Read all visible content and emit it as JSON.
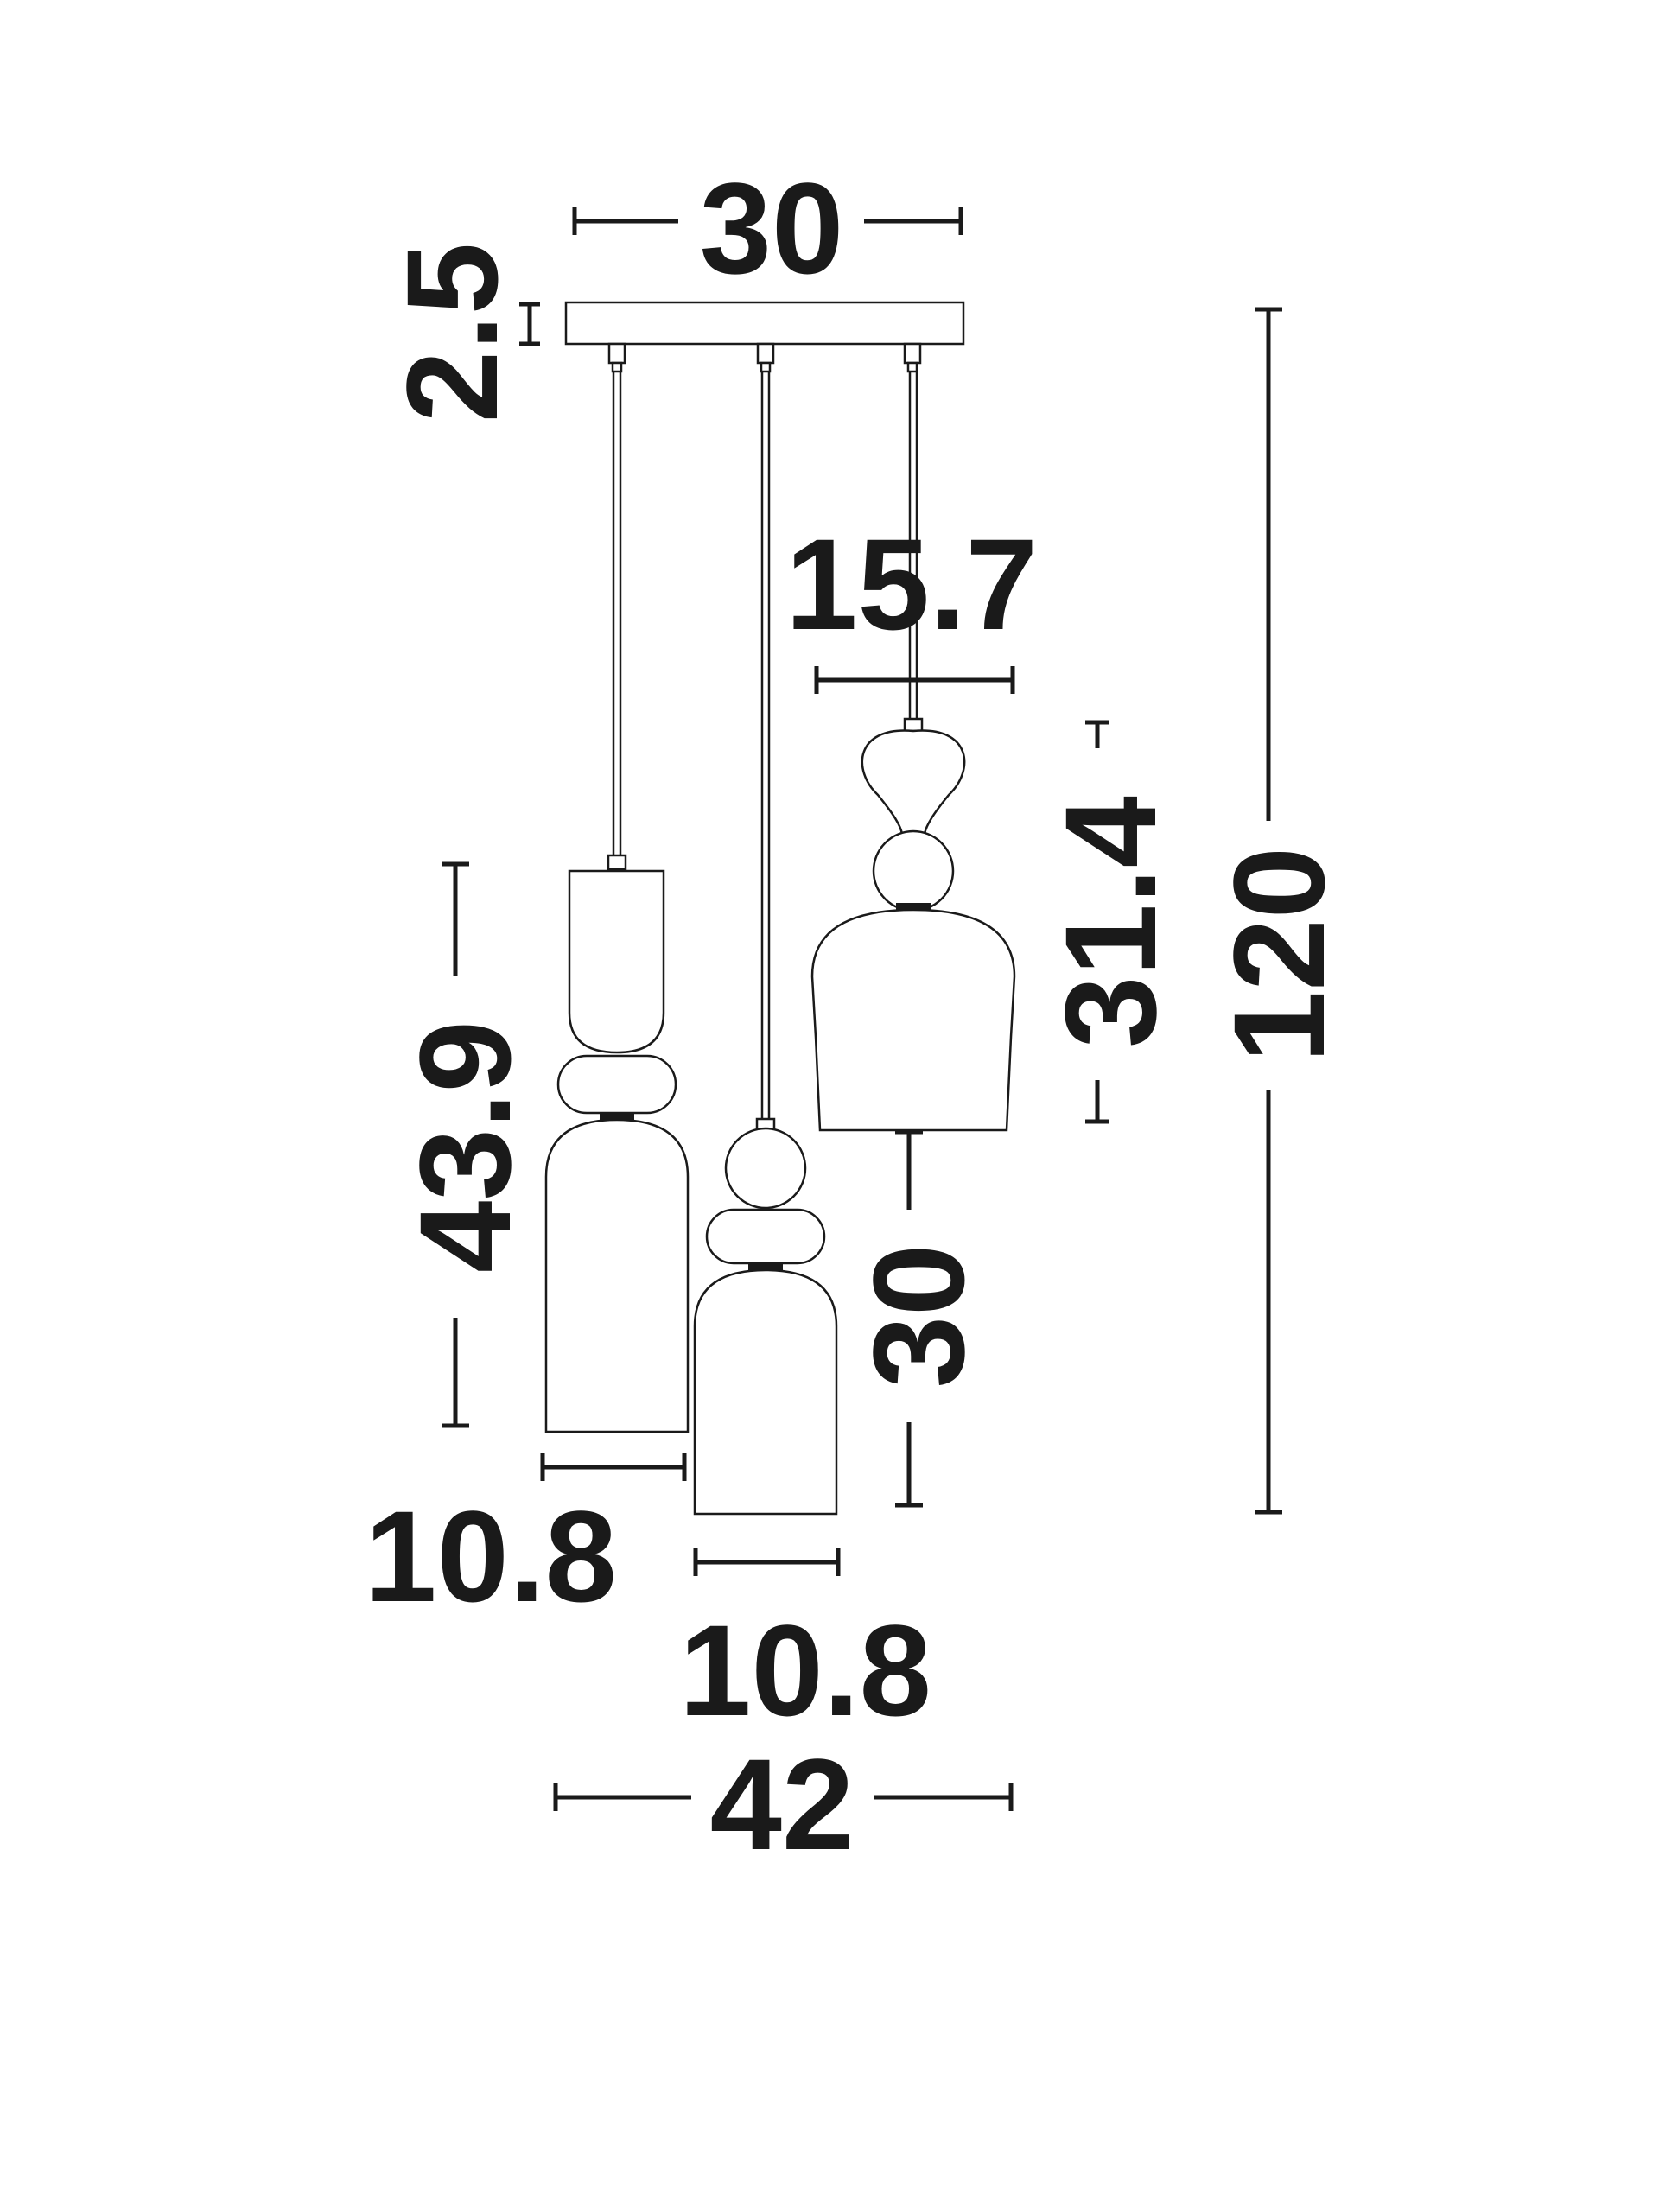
{
  "dimensions": {
    "canopy_width": "30",
    "canopy_height": "2.5",
    "total_height": "120",
    "left_diameter": "10.8",
    "left_height": "43.9",
    "middle_diameter": "10.8",
    "middle_height": "30",
    "right_diameter": "15.7",
    "right_height": "31.4",
    "total_width": "42"
  },
  "colors": {
    "ink": "#1a1a1a",
    "background": "#ffffff"
  }
}
